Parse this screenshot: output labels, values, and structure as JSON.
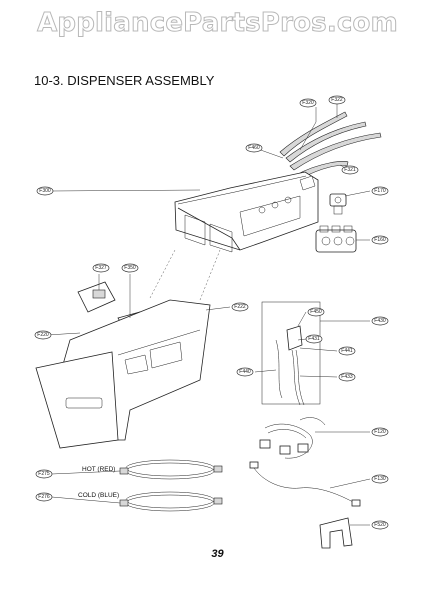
{
  "watermark": "AppliancePartsPros.com",
  "section_title": "10-3. DISPENSER ASSEMBLY",
  "page_number": "39",
  "callouts": [
    {
      "label": "F320"
    },
    {
      "label": "F322"
    },
    {
      "label": "F460"
    },
    {
      "label": "F321"
    },
    {
      "label": "F300"
    },
    {
      "label": "F170"
    },
    {
      "label": "F160"
    },
    {
      "label": "F327"
    },
    {
      "label": "F350"
    },
    {
      "label": "F220"
    },
    {
      "label": "F222"
    },
    {
      "label": "F450"
    },
    {
      "label": "F430"
    },
    {
      "label": "F431"
    },
    {
      "label": "F441"
    },
    {
      "label": "F440"
    },
    {
      "label": "F433"
    },
    {
      "label": "F120"
    },
    {
      "label": "F130"
    },
    {
      "label": "F275"
    },
    {
      "label": "F276"
    },
    {
      "label": "F520"
    }
  ],
  "hose_labels": {
    "hot": "HOT (RED)",
    "cold": "COLD (BLUE)"
  }
}
